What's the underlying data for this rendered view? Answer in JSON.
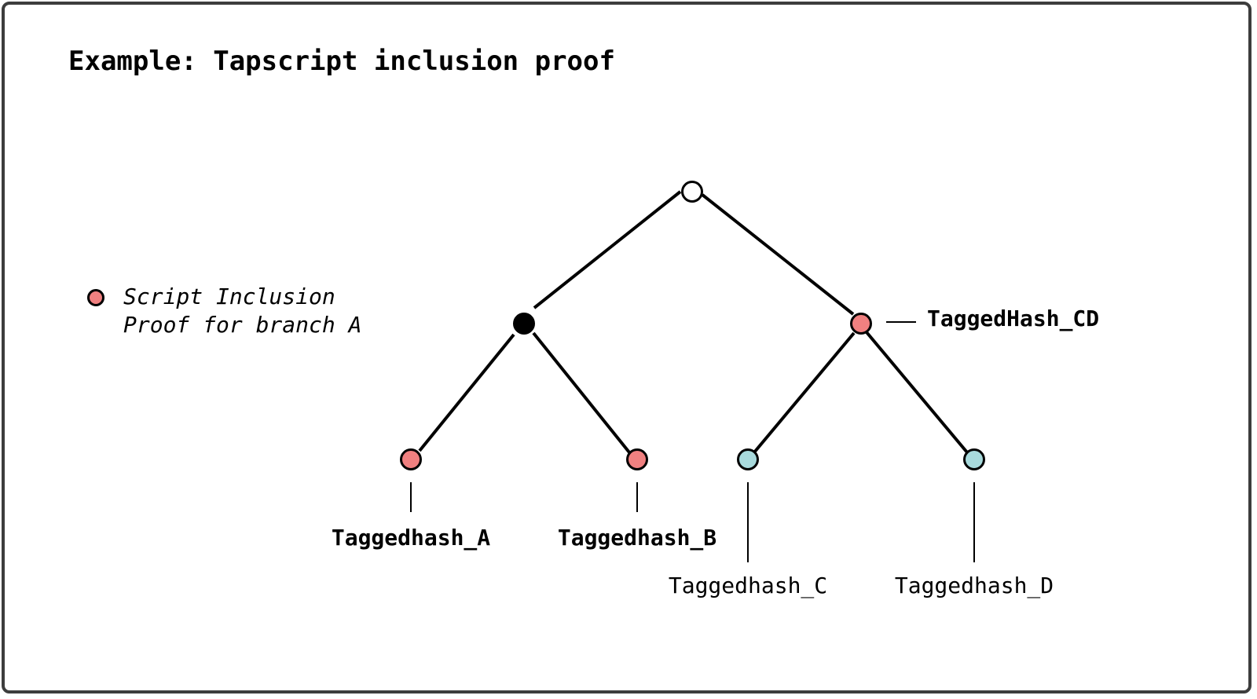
{
  "title": "Example: Tapscript inclusion proof",
  "legend": {
    "line1": "Script Inclusion",
    "line2": "Proof for branch A",
    "dot_color": "#f08080"
  },
  "colors": {
    "proof_node": "#f08080",
    "leaf_node": "#a8dadc",
    "root_node": "#ffffff",
    "branch_a_node": "#000000"
  },
  "labels": {
    "cd": "TaggedHash_CD",
    "a": "Taggedhash_A",
    "b": "Taggedhash_B",
    "c": "Taggedhash_C",
    "d": "Taggedhash_D"
  }
}
